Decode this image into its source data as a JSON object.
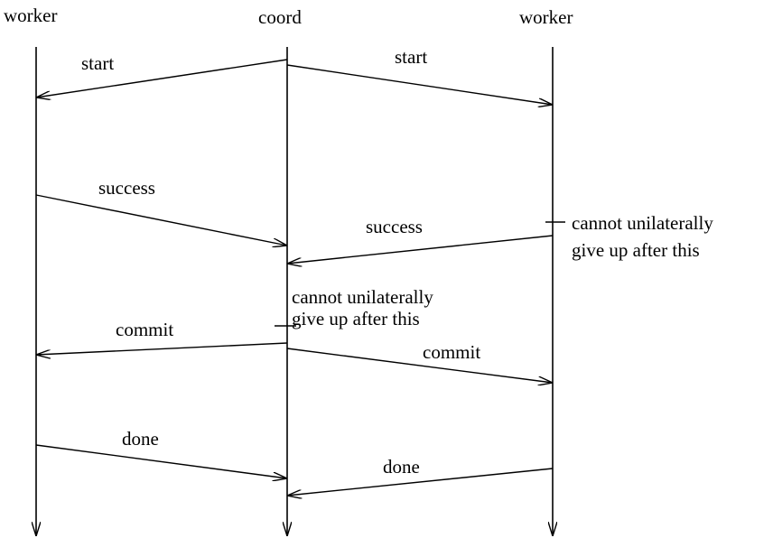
{
  "participants": {
    "left": "worker",
    "middle": "coord",
    "right": "worker"
  },
  "messages": {
    "start_left": "start",
    "start_right": "start",
    "success_left": "success",
    "success_right": "success",
    "commit_left": "commit",
    "commit_right": "commit",
    "done_left": "done",
    "done_right": "done"
  },
  "notes": {
    "worker_right": [
      "cannot unilaterally",
      "give up after this"
    ],
    "coord": [
      "cannot unilaterally",
      "give up after this"
    ]
  },
  "colors": {
    "ink": "#000000",
    "background": "#ffffff"
  }
}
